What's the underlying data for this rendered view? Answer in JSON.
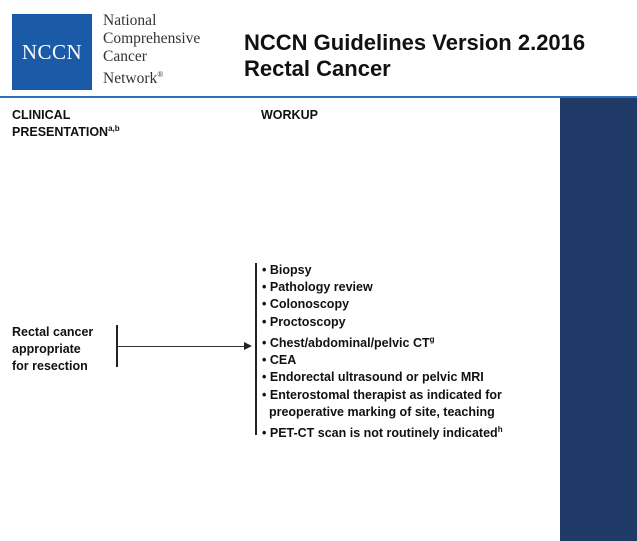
{
  "header": {
    "logo_text": "NCCN",
    "org_name_lines": [
      "National",
      "Comprehensive",
      "Cancer",
      "Network"
    ],
    "org_name_mark": "®",
    "title_line1": "NCCN Guidelines Version 2.2016",
    "title_line2": "Rectal Cancer"
  },
  "columns": {
    "clinical_presentation_line1": "CLINICAL",
    "clinical_presentation_line2": "PRESENTATION",
    "clinical_presentation_sup": "a,b",
    "workup": "WORKUP"
  },
  "presentation_text": "Rectal cancer\nappropriate\nfor resection",
  "workup_items": [
    {
      "text": "Biopsy",
      "sup": ""
    },
    {
      "text": "Pathology review",
      "sup": ""
    },
    {
      "text": "Colonoscopy",
      "sup": ""
    },
    {
      "text": "Proctoscopy",
      "sup": ""
    },
    {
      "text": "Chest/abdominal/pelvic CT",
      "sup": "g"
    },
    {
      "text": "CEA",
      "sup": ""
    },
    {
      "text": "Endorectal ultrasound or pelvic MRI",
      "sup": ""
    },
    {
      "text": "Enterostomal therapist as indicated for",
      "sup": ""
    },
    {
      "text": "preoperative marking of site, teaching",
      "sup": "",
      "continuation": true
    },
    {
      "text": "PET-CT scan is not routinely indicated",
      "sup": "h"
    }
  ],
  "colors": {
    "logo_blue": "#1a5aa6",
    "side_panel_navy": "#1f3a66",
    "header_rule": "#2a6fb8"
  }
}
